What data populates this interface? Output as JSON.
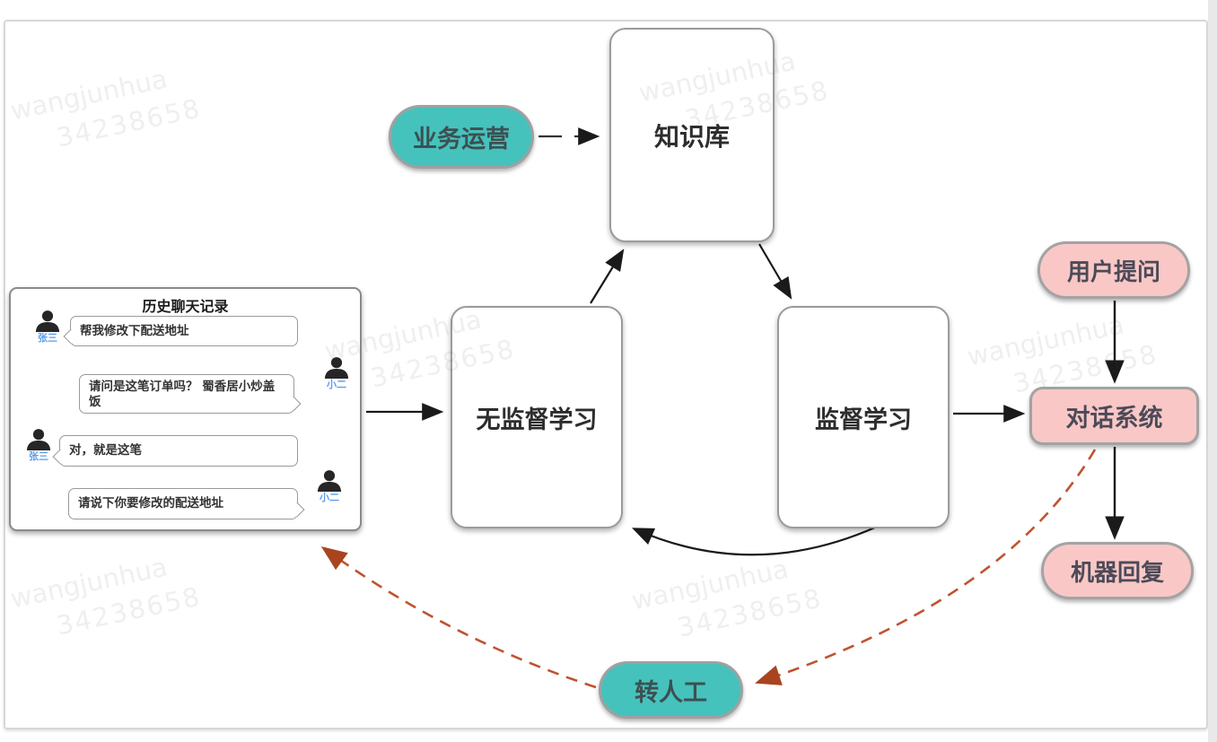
{
  "watermark": {
    "line1": "wangjunhua",
    "line2": "34238658"
  },
  "nodes": {
    "business_ops": "业务运营",
    "knowledge_base": "知识库",
    "unsupervised": "无监督学习",
    "supervised": "监督学习",
    "user_question": "用户提问",
    "dialog_system": "对话系统",
    "machine_reply": "机器回复",
    "to_human": "转人工"
  },
  "chat": {
    "title": "历史聊天记录",
    "messages": [
      {
        "sender": "张三",
        "side": "left",
        "text": "帮我修改下配送地址"
      },
      {
        "sender": "小二",
        "side": "right",
        "text": "请问是这笔订单吗？ 蜀香居小炒盖饭"
      },
      {
        "sender": "张三",
        "side": "left",
        "text": "对，就是这笔"
      },
      {
        "sender": "小二",
        "side": "right",
        "text": "请说下你要修改的配送地址"
      }
    ]
  },
  "icons": {
    "user": "person-bust-icon"
  },
  "colors": {
    "teal": "#46c2bc",
    "pink": "#f9c8c6",
    "red_dash": "#bf5330",
    "arrow_black": "#1a1a1a",
    "name_blue": "#5a9ded",
    "shape_border": "#9b9b9b"
  }
}
